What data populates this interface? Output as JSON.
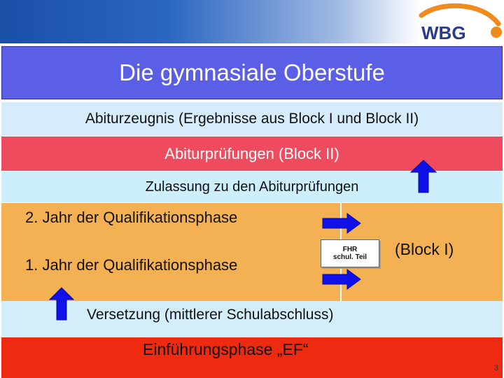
{
  "header": {
    "logo_text": "WBG",
    "colors": {
      "band_dark": "#1a4fa8",
      "logo_orange": "#f08a1c",
      "logo_blue": "#2a3a8c"
    }
  },
  "slide": {
    "title": "Die gymnasiale Oberstufe",
    "zeugnis": "Abiturzeugnis (Ergebnisse aus Block I und Block II)",
    "pruefungen": "Abiturprüfungen (Block II)",
    "zulassung": "Zulassung zu den Abiturprüfungen",
    "q2": "2. Jahr der Qualifikationsphase",
    "q1": "1. Jahr der Qualifikationsphase",
    "fhr_line1": "FHR",
    "fhr_line2": "schul. Teil",
    "block1": "(Block I)",
    "versetzung": "Versetzung (mittlerer Schulabschluss)",
    "ef": "Einführungsphase „EF“",
    "page_number": "3"
  },
  "colors": {
    "title_band": "#5b5fe6",
    "light_blue": "#d6ecfa",
    "red_band": "#ef4b5e",
    "orange": "#f4b153",
    "ef_red": "#ee2b10",
    "arrow_blue": "#1010e8"
  },
  "icons": [
    "arrow-up-icon",
    "arrow-right-icon"
  ]
}
